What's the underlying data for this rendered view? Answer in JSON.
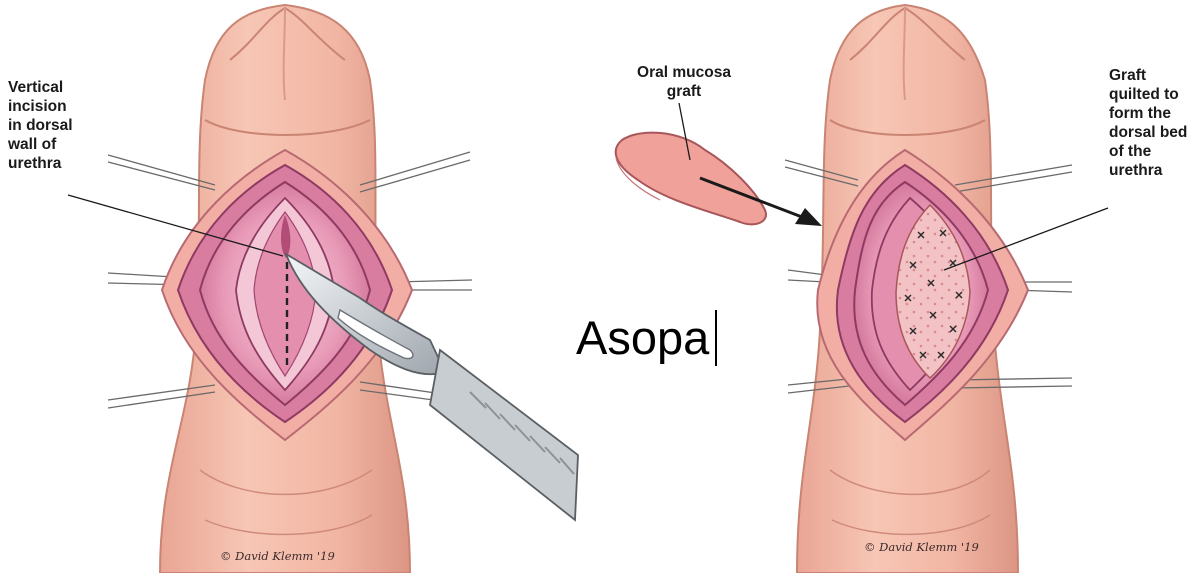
{
  "labels": {
    "incision": "Vertical\nincision\nin dorsal\nwall of\nurethra",
    "graft": "Oral mucosa\ngraft",
    "quilted": "Graft\nquilted to\nform the\ndorsal bed\nof the\nurethra"
  },
  "title": "Asopa",
  "credits": {
    "left": "© David Klemm '19",
    "right": "© David Klemm '19"
  },
  "colors": {
    "skin": "#f2b8a6",
    "skin_shadow": "#d98f7f",
    "mucosa": "#e58fae",
    "mucosa_dark": "#b24d78",
    "urethra_inner": "#f4c7d6",
    "blade": "#d9dde1",
    "graft": "#f0a29a"
  }
}
